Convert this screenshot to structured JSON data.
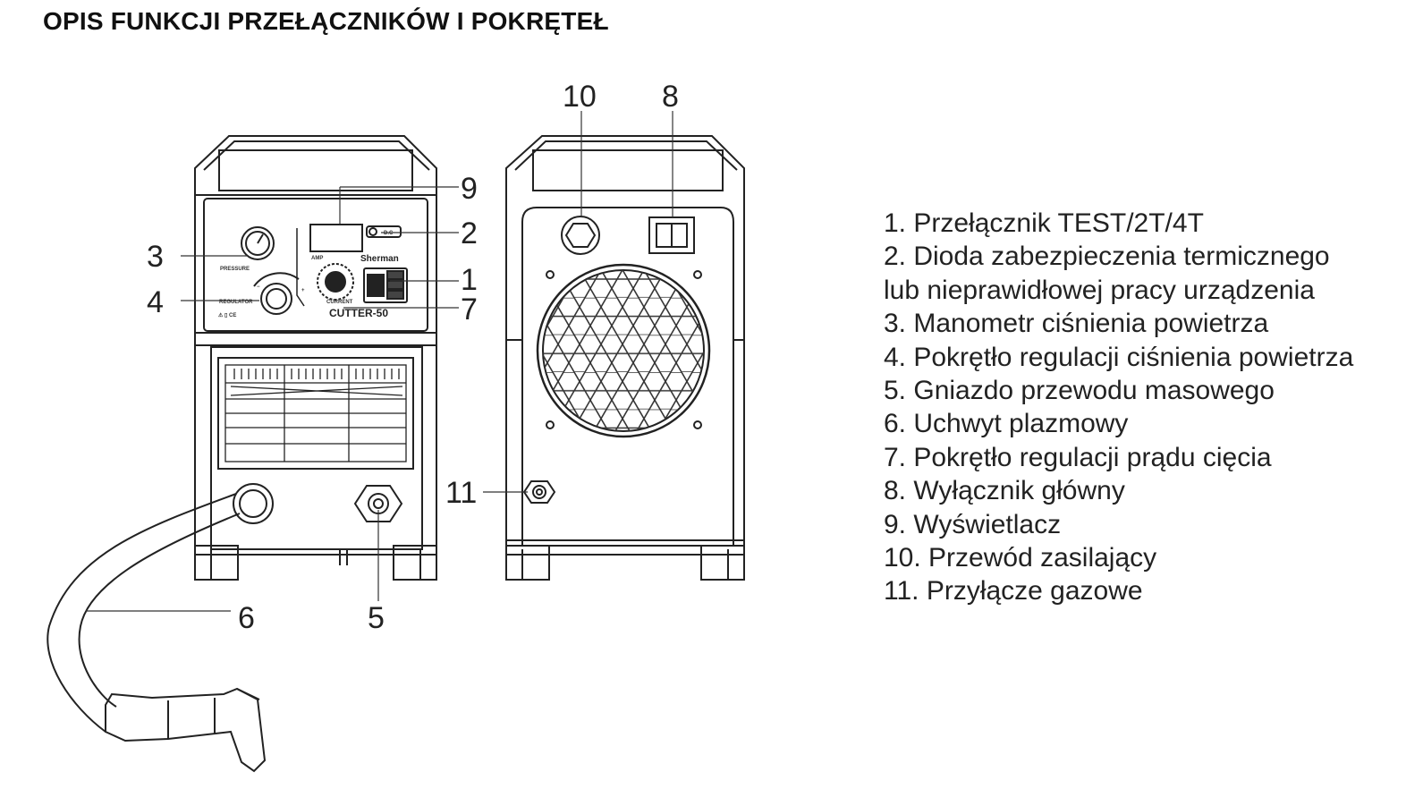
{
  "title": "OPIS FUNKCJI PRZEŁĄCZNIKÓW I POKRĘTEŁ",
  "panel": {
    "pressure": "PRESSURE",
    "regulator": "REGULATOR",
    "amp": "AMP",
    "current": "CURRENT",
    "dc": "D.C",
    "brand": "Sherman",
    "model": "CUTTER-50",
    "marks": "⚠ ▯ CE"
  },
  "callouts": [
    "1",
    "2",
    "3",
    "4",
    "5",
    "6",
    "7",
    "8",
    "9",
    "10",
    "11"
  ],
  "legend": [
    "1. Przełącznik TEST/2T/4T",
    "2. Dioda zabezpieczenia termicznego",
    "lub nieprawidłowej pracy urządzenia",
    "3. Manometr ciśnienia powietrza",
    "4. Pokrętło regulacji ciśnienia powietrza",
    "5. Gniazdo przewodu masowego",
    "6. Uchwyt plazmowy",
    "7. Pokrętło regulacji prądu cięcia",
    "8. Wyłącznik główny",
    "9. Wyświetlacz",
    "10. Przewód zasilający",
    "11. Przyłącze gazowe"
  ]
}
